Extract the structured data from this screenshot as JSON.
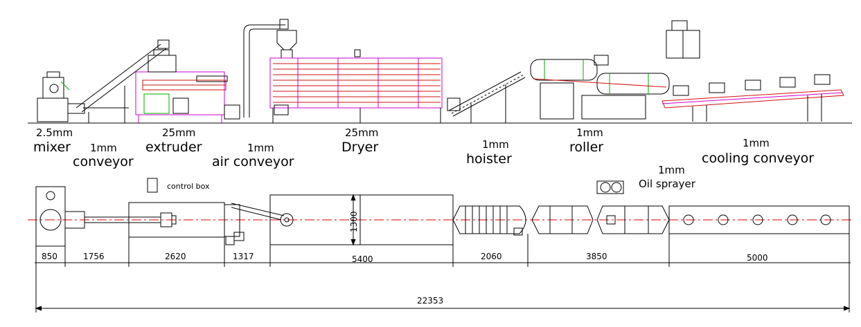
{
  "equipment": [
    {
      "key": "mixer",
      "size": "2.5mm",
      "name": "mixer"
    },
    {
      "key": "conveyor",
      "size": "1mm",
      "name": "conveyor"
    },
    {
      "key": "extruder",
      "size": "25mm",
      "name": "extruder"
    },
    {
      "key": "air_conveyor",
      "size": "1mm",
      "name": "air conveyor"
    },
    {
      "key": "dryer",
      "size": "25mm",
      "name": "Dryer"
    },
    {
      "key": "hoister",
      "size": "1mm",
      "name": "hoister"
    },
    {
      "key": "roller",
      "size": "1mm",
      "name": "roller"
    },
    {
      "key": "cooling_conveyor",
      "size": "1mm",
      "name": "cooling conveyor"
    },
    {
      "key": "oil_sprayer",
      "size": "1mm",
      "name": "Oil sprayer"
    }
  ],
  "control_box_label": "control box",
  "dryer_width": "1300",
  "segment_dimensions": [
    "850",
    "1756",
    "2620",
    "1317",
    "5400",
    "2060",
    "3850",
    "5000"
  ],
  "total_length": "22353",
  "colors": {
    "line": "#000000",
    "frame": "#cc00cc",
    "belt": "#d01010",
    "accent": "#00aa00",
    "centerline": "#e00000"
  }
}
